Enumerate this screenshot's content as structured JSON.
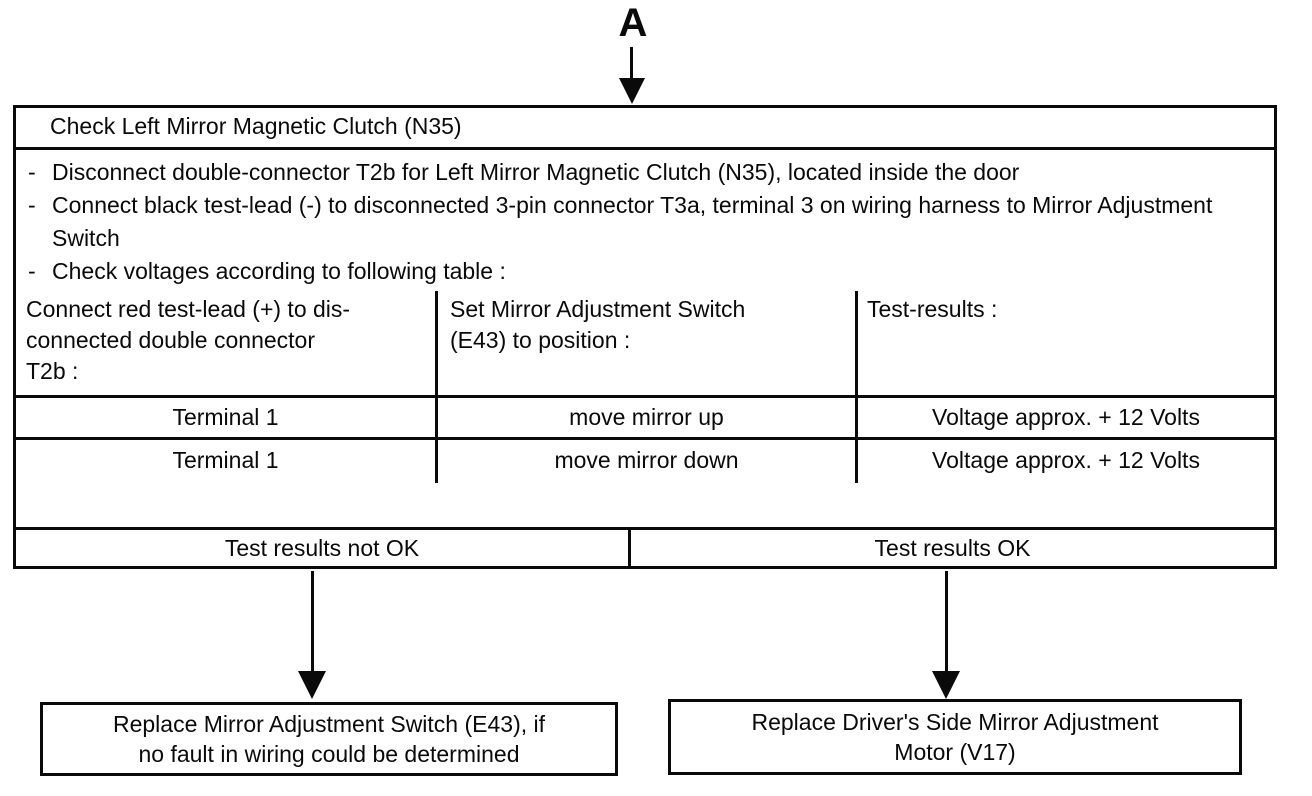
{
  "page": {
    "connector_label": "A",
    "bullet_marker": "-"
  },
  "flowchart": {
    "title": "Check Left Mirror Magnetic Clutch (N35)",
    "steps": [
      "Disconnect double-connector T2b for Left Mirror Magnetic Clutch (N35), located inside the door",
      "Connect black test-lead (-) to disconnected 3-pin connector T3a, terminal 3 on wiring harness to Mirror Adjustment Switch",
      "Check voltages according to following table :"
    ],
    "table": {
      "columns": [
        {
          "line1": "Connect red test-lead (+) to dis-",
          "line2": "connected double connector",
          "line3": "T2b :"
        },
        {
          "line1": "Set Mirror Adjustment Switch",
          "line2": "(E43) to position :"
        },
        {
          "line1": "Test-results :"
        }
      ],
      "rows": [
        {
          "terminal": "Terminal 1",
          "switch_position": "move mirror up",
          "result": "Voltage approx. + 12 Volts"
        },
        {
          "terminal": "Terminal 1",
          "switch_position": "move mirror down",
          "result": "Voltage approx. + 12 Volts"
        }
      ]
    },
    "outcomes": {
      "not_ok": "Test results not OK",
      "ok": "Test results OK"
    },
    "actions": {
      "not_ok": {
        "line1": "Replace Mirror Adjustment Switch (E43), if",
        "line2": "no fault in wiring could be determined"
      },
      "ok": {
        "line1": "Replace Driver's Side Mirror Adjustment",
        "line2": "Motor (V17)"
      }
    }
  },
  "colors": {
    "ink": "#000000",
    "paper": "#ffffff"
  }
}
